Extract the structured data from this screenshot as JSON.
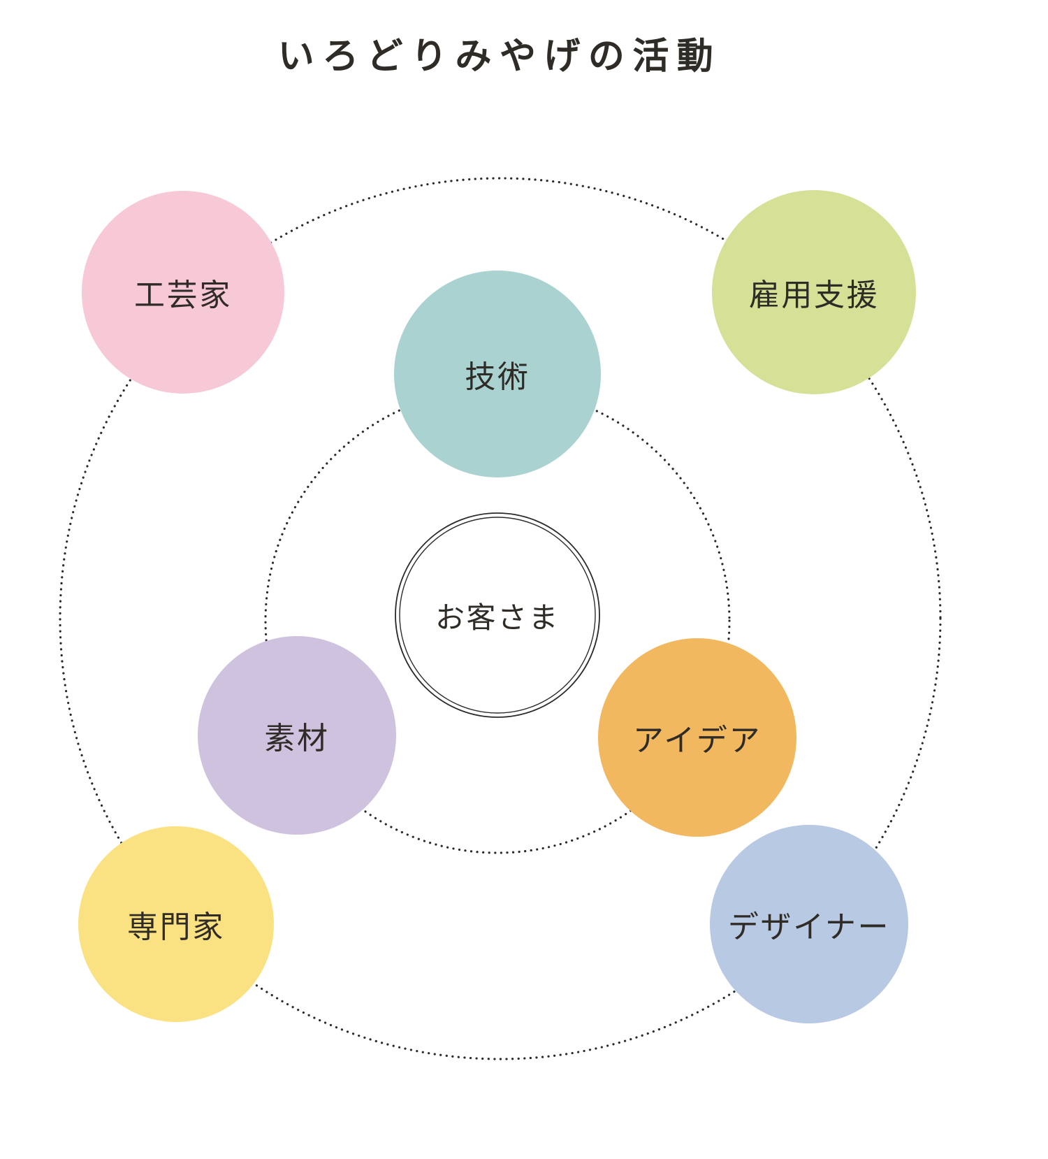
{
  "title": "いろどりみやげの活動",
  "diagram": {
    "center": {
      "label": "お客さま"
    },
    "nodes": [
      {
        "id": "craftspeople",
        "label": "工芸家",
        "color": "#f7c9d6"
      },
      {
        "id": "employment-support",
        "label": "雇用支援",
        "color": "#d6e096"
      },
      {
        "id": "technology",
        "label": "技術",
        "color": "#a9d2d1"
      },
      {
        "id": "materials",
        "label": "素材",
        "color": "#cfc2de"
      },
      {
        "id": "ideas",
        "label": "アイデア",
        "color": "#f2b85f"
      },
      {
        "id": "experts",
        "label": "専門家",
        "color": "#fae283"
      },
      {
        "id": "designers",
        "label": "デザイナー",
        "color": "#b8c9e4"
      }
    ],
    "ring_color": "#2a2a2a",
    "text_color": "#2f2b26"
  }
}
